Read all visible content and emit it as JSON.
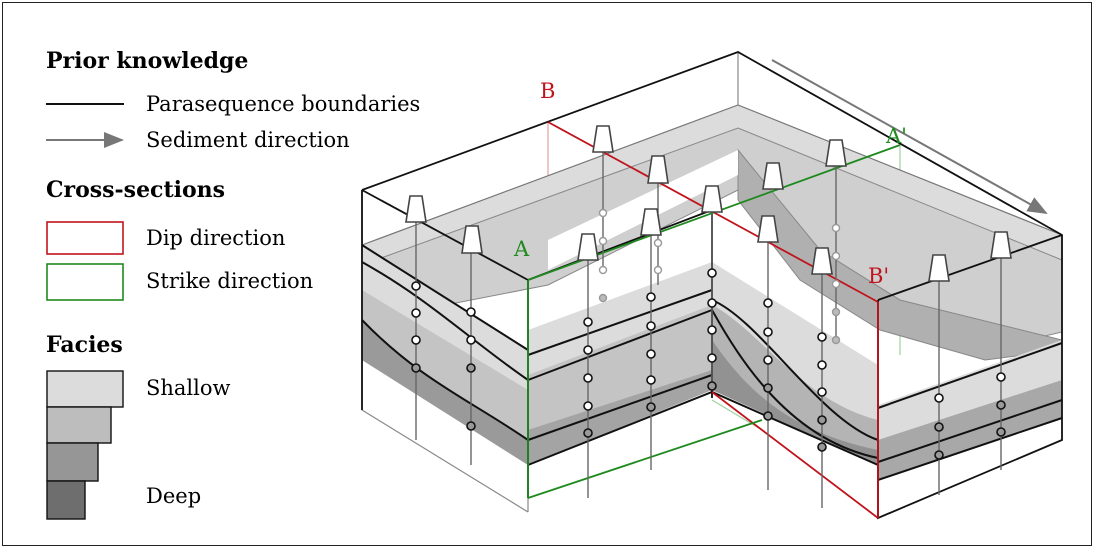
{
  "legend": {
    "prior_title": "Prior knowledge",
    "parasequence": "Parasequence boundaries",
    "sediment": "Sediment direction",
    "cross_title": "Cross-sections",
    "dip": "Dip direction",
    "strike": "Strike direction",
    "facies_title": "Facies",
    "shallow": "Shallow",
    "deep": "Deep"
  },
  "section_labels": {
    "b": "B",
    "b_prime": "B'",
    "a": "A",
    "a_prime": "A'"
  },
  "colors": {
    "dip": "#c0141c",
    "strike": "#1e8a1e",
    "boundary": "#111111",
    "arrow": "#777777",
    "facies_1": "#dcdcdc",
    "facies_2": "#bdbdbd",
    "facies_3": "#969696",
    "facies_4": "#6e6e6e"
  }
}
